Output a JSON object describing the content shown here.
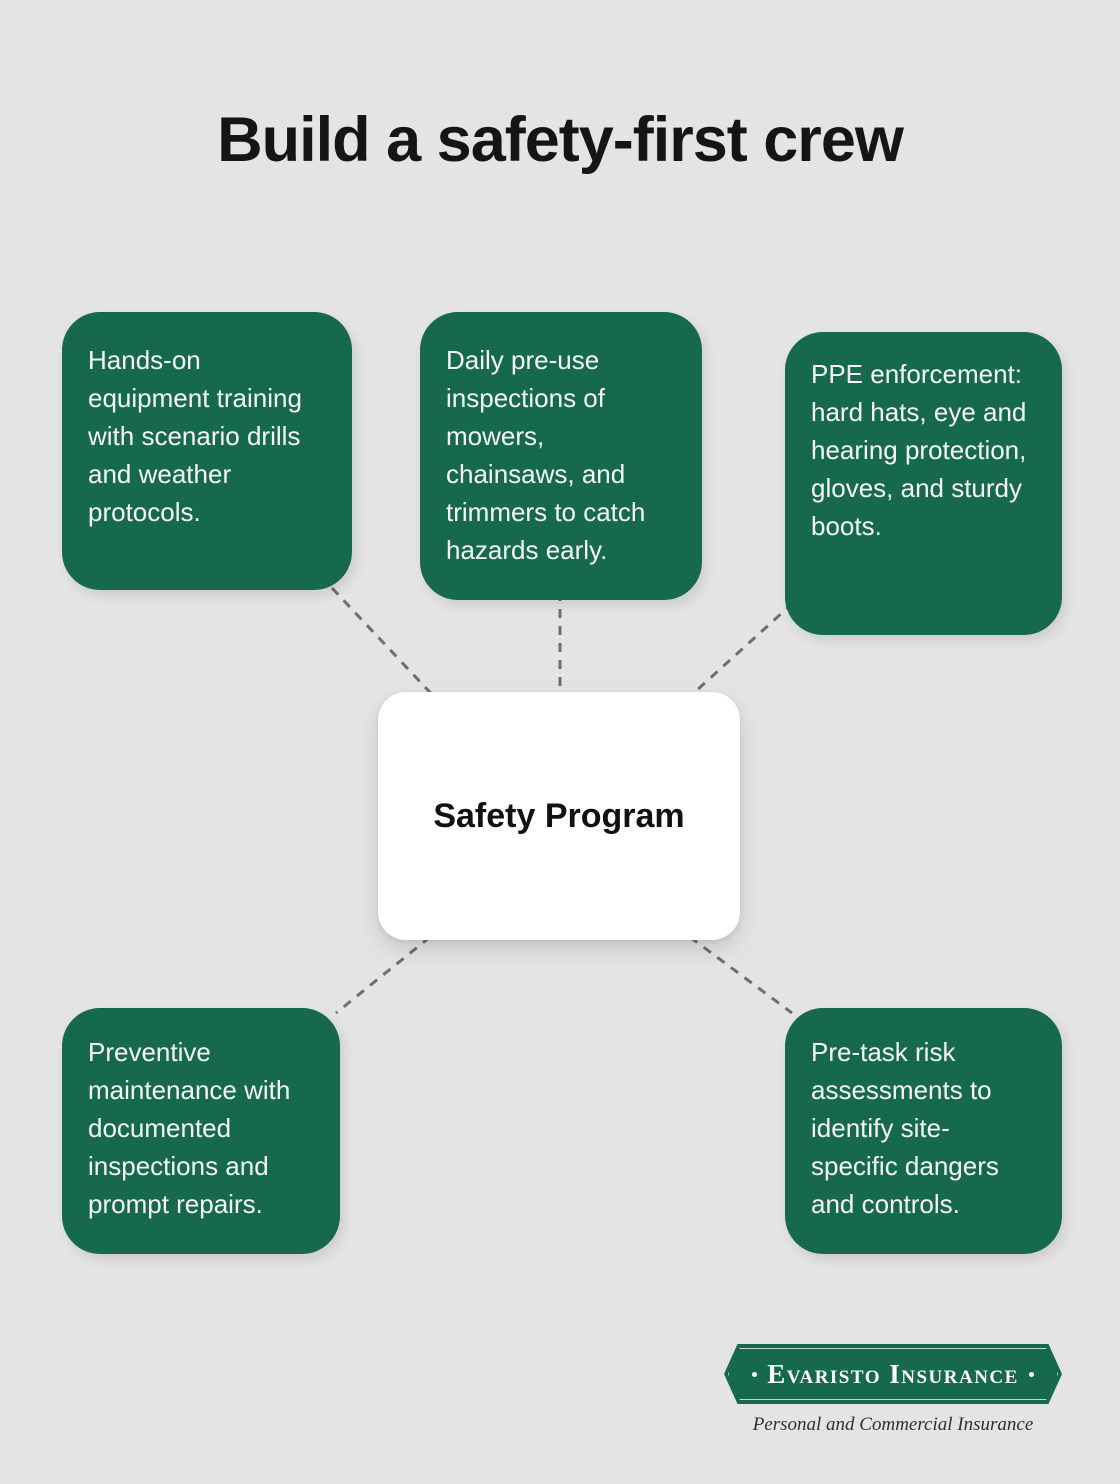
{
  "title": "Build a safety-first crew",
  "center": {
    "label": "Safety Program"
  },
  "nodes": [
    {
      "id": "top-left",
      "text": "Hands-on equipment training with scenario drills and weather protocols."
    },
    {
      "id": "top-center",
      "text": "Daily pre-use inspections of mowers, chainsaws, and trimmers to catch hazards early."
    },
    {
      "id": "top-right",
      "text": "PPE enforcement: hard hats, eye and hearing protection, gloves, and sturdy boots."
    },
    {
      "id": "bottom-left",
      "text": "Preventive maintenance with documented inspections and prompt repairs."
    },
    {
      "id": "bottom-right",
      "text": "Pre-task risk assessments to identify site-specific dangers and controls."
    }
  ],
  "logo": {
    "name": "Evaristo Insurance",
    "tagline": "Personal and Commercial Insurance"
  },
  "colors": {
    "background": "#e4e4e3",
    "node_green": "#17694e",
    "center_bg": "#ffffff",
    "connector": "#6f6f6f",
    "title_text": "#151515",
    "node_text": "#f5f8f7",
    "tagline_text": "#2f2f2f"
  }
}
